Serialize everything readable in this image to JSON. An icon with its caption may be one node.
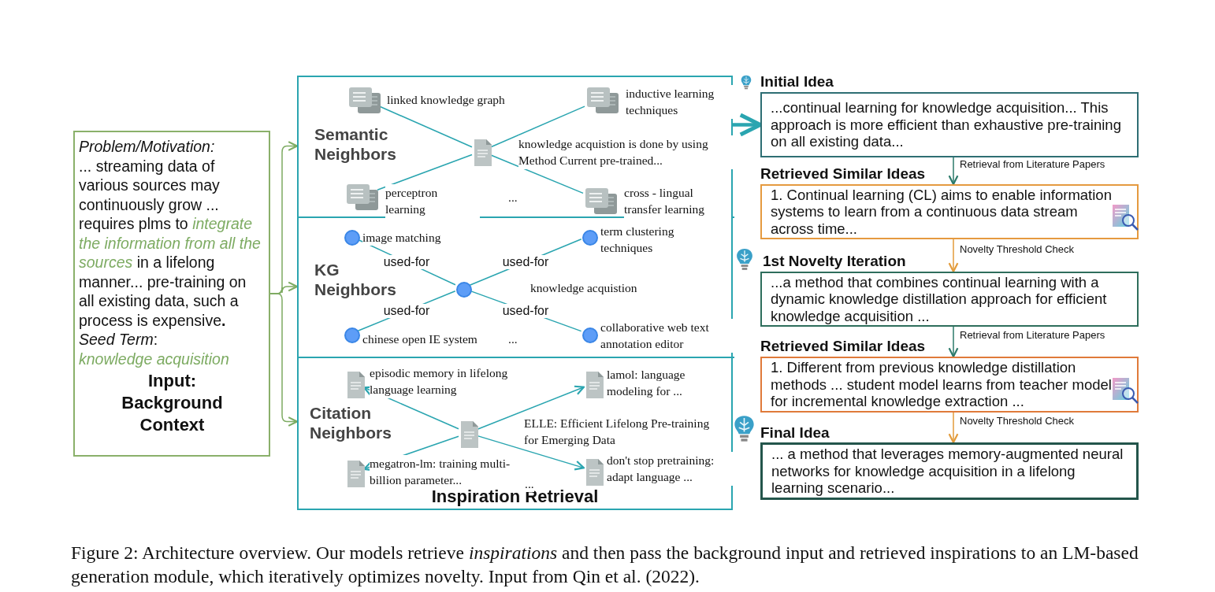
{
  "diagram": {
    "caption": "Figure 2:  Architecture overview. Our models retrieve *inspirations* and then pass the background input and retrieved inspirations to an LM-based generation module, which iteratively optimizes novelty. Input from Qin et al. (2022).",
    "nodes": [
      {
        "text": [
          "Problem/Motivation:",
          "... streaming data of various sources may continuously grow ... requires plms to *integrate the information from all the sources* in a lifelong manner... pre-training on all existing data, such a process is expensive**.**",
          "*Seed Term*:",
          "knowledge acquisition",
          "Input: Background Context"
        ]
      },
      {
        "text": [
          "Inspiration Retrieval"
        ]
      },
      {
        "text": [
          "Semantic Neighbors"
        ],
        "in": 1
      },
      {
        "text": [],
        "shape": "document",
        "in": 2,
        "beside": [
          "knowledge acquistion is done by using Method Current pre-trained..."
        ]
      },
      {
        "text": [],
        "shape": "documents",
        "in": 2,
        "beside": [
          "linked knowledge graph"
        ]
      },
      {
        "text": [],
        "shape": "documents",
        "in": 2,
        "beside": [
          "inductive learning techniques"
        ]
      },
      {
        "text": [],
        "shape": "documents",
        "in": 2,
        "beside": [
          "perceptron learning"
        ]
      },
      {
        "text": [],
        "shape": "documents",
        "in": 2,
        "beside": [
          "cross - lingual transfer learning"
        ]
      },
      {
        "text": [
          "KG Neighbors"
        ],
        "in": 1
      },
      {
        "text": [],
        "shape": "circle",
        "in": 8
      },
      {
        "text": [],
        "shape": "circle",
        "in": 8,
        "beside": [
          "image matching"
        ]
      },
      {
        "text": [],
        "shape": "circle",
        "in": 8,
        "beside": [
          "term clustering techniques"
        ]
      },
      {
        "text": [],
        "shape": "circle",
        "in": 8,
        "beside": [
          "chinese open IE system"
        ]
      },
      {
        "text": [],
        "shape": "circle",
        "in": 8,
        "beside": [
          "collaborative web text annotation editor"
        ]
      },
      {
        "text": [
          "Citation Neighbors"
        ],
        "in": 1
      },
      {
        "text": [],
        "shape": "document",
        "in": 14
      },
      {
        "text": [],
        "shape": "document",
        "in": 14,
        "beside": [
          "episodic memory in lifelong language learning"
        ]
      },
      {
        "text": [],
        "shape": "document",
        "in": 14,
        "beside": [
          "lamol: language modeling for ..."
        ]
      },
      {
        "text": [],
        "shape": "document",
        "in": 14,
        "beside": [
          "megatron-lm: training multi-billion parameter..."
        ]
      },
      {
        "text": [],
        "shape": "document",
        "in": 14,
        "beside": [
          "don't stop pretraining: adapt language  ..."
        ]
      },
      {
        "text": [
          "Initial Idea",
          "...continual learning for knowledge acquisition... This approach is more efficient than exhaustive pre-training on all existing data..."
        ]
      },
      {
        "text": [
          "Retrieved Similar Ideas",
          "1. Continual learning (CL) aims to enable information systems to learn from a continuous data stream across time..."
        ]
      },
      {
        "text": [
          "1st Novelty Iteration",
          "...a method that combines continual learning with a dynamic knowledge distillation approach for efficient knowledge acquisition ..."
        ]
      },
      {
        "text": [
          "Retrieved Similar Ideas",
          "1. Different from previous knowledge distillation methods ... student model learns from teacher model for incremental knowledge extraction ..."
        ]
      },
      {
        "text": [
          "Final Idea",
          "... a method that leverages memory-augmented neural networks for knowledge acquisition in a lifelong learning scenario..."
        ]
      }
    ],
    "edges": [
      {
        "from": 0,
        "to": 2,
        "arrow": "to",
        "color": "#7dab62"
      },
      {
        "from": 0,
        "to": 8,
        "arrow": "to",
        "color": "#7dab62"
      },
      {
        "from": 0,
        "to": 14,
        "arrow": "to",
        "color": "#7dab62"
      },
      {
        "from": 1,
        "to": 20,
        "arrow": "to",
        "style": "thick"
      },
      {
        "from": 3,
        "to": 4,
        "arrow": "none"
      },
      {
        "from": 3,
        "to": 5,
        "arrow": "none"
      },
      {
        "from": 3,
        "to": 6,
        "arrow": "none"
      },
      {
        "from": 3,
        "to": 7,
        "arrow": "none"
      },
      {
        "from": 9,
        "to": 10,
        "arrow": "none",
        "label": "used-for"
      },
      {
        "from": 9,
        "to": 11,
        "arrow": "none",
        "label": "used-for"
      },
      {
        "from": 9,
        "to": 12,
        "arrow": "none",
        "label": "used-for"
      },
      {
        "from": 9,
        "to": 13,
        "arrow": "none",
        "label": "used-for"
      },
      {
        "from": 15,
        "to": 16,
        "arrow": "to"
      },
      {
        "from": 15,
        "to": 17,
        "arrow": "to"
      },
      {
        "from": 15,
        "to": 18,
        "arrow": "to"
      },
      {
        "from": 15,
        "to": 19,
        "arrow": "to"
      },
      {
        "from": 20,
        "to": 21,
        "arrow": "to",
        "label": "Retrieval from Literature Papers",
        "color": "#2b7a6a"
      },
      {
        "from": 21,
        "to": 22,
        "arrow": "to",
        "label": "Novelty Threshold Check",
        "color": "#e39b3a"
      },
      {
        "from": 22,
        "to": 23,
        "arrow": "to",
        "label": "Retrieval from Literature Papers",
        "color": "#2b7a6a"
      },
      {
        "from": 23,
        "to": 24,
        "arrow": "to",
        "label": "Novelty Threshold Check",
        "color": "#e39b3a"
      }
    ],
    "labels": [
      "...",
      "knowledge acquistion",
      "...",
      "ELLE: Efficient Lifelong Pre-training for Emerging Data",
      "..."
    ]
  }
}
